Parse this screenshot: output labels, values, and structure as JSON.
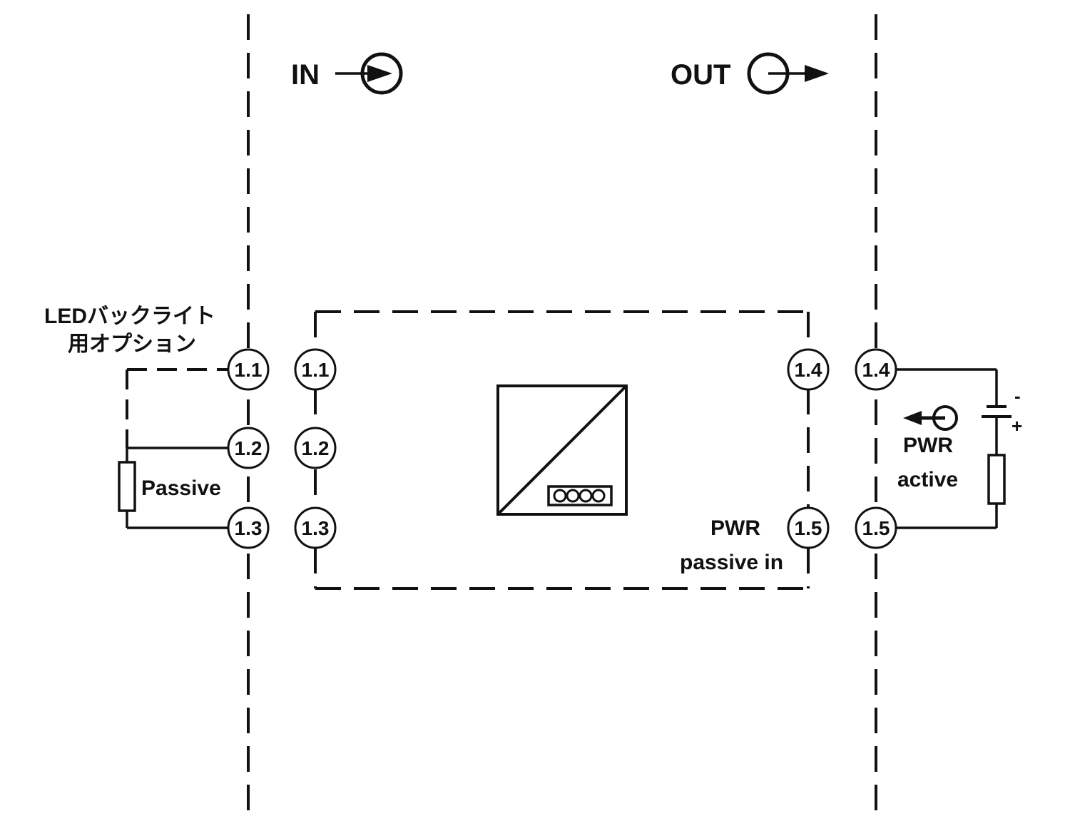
{
  "labels": {
    "in": "IN",
    "out": "OUT",
    "led_line1": "LEDバックライト",
    "led_line2": "用オプション",
    "passive": "Passive",
    "pwr_passive_1": "PWR",
    "pwr_passive_2": "passive in",
    "pwr_active_1": "PWR",
    "pwr_active_2": "active",
    "battery_minus": "-",
    "battery_plus": "+"
  },
  "terminals": {
    "left_outer": [
      "1.1",
      "1.2",
      "1.3"
    ],
    "left_inner": [
      "1.1",
      "1.2",
      "1.3"
    ],
    "right_inner": [
      "1.4",
      "1.5"
    ],
    "right_outer": [
      "1.4",
      "1.5"
    ]
  },
  "colors": {
    "stroke": "#111111",
    "background": "#ffffff"
  }
}
